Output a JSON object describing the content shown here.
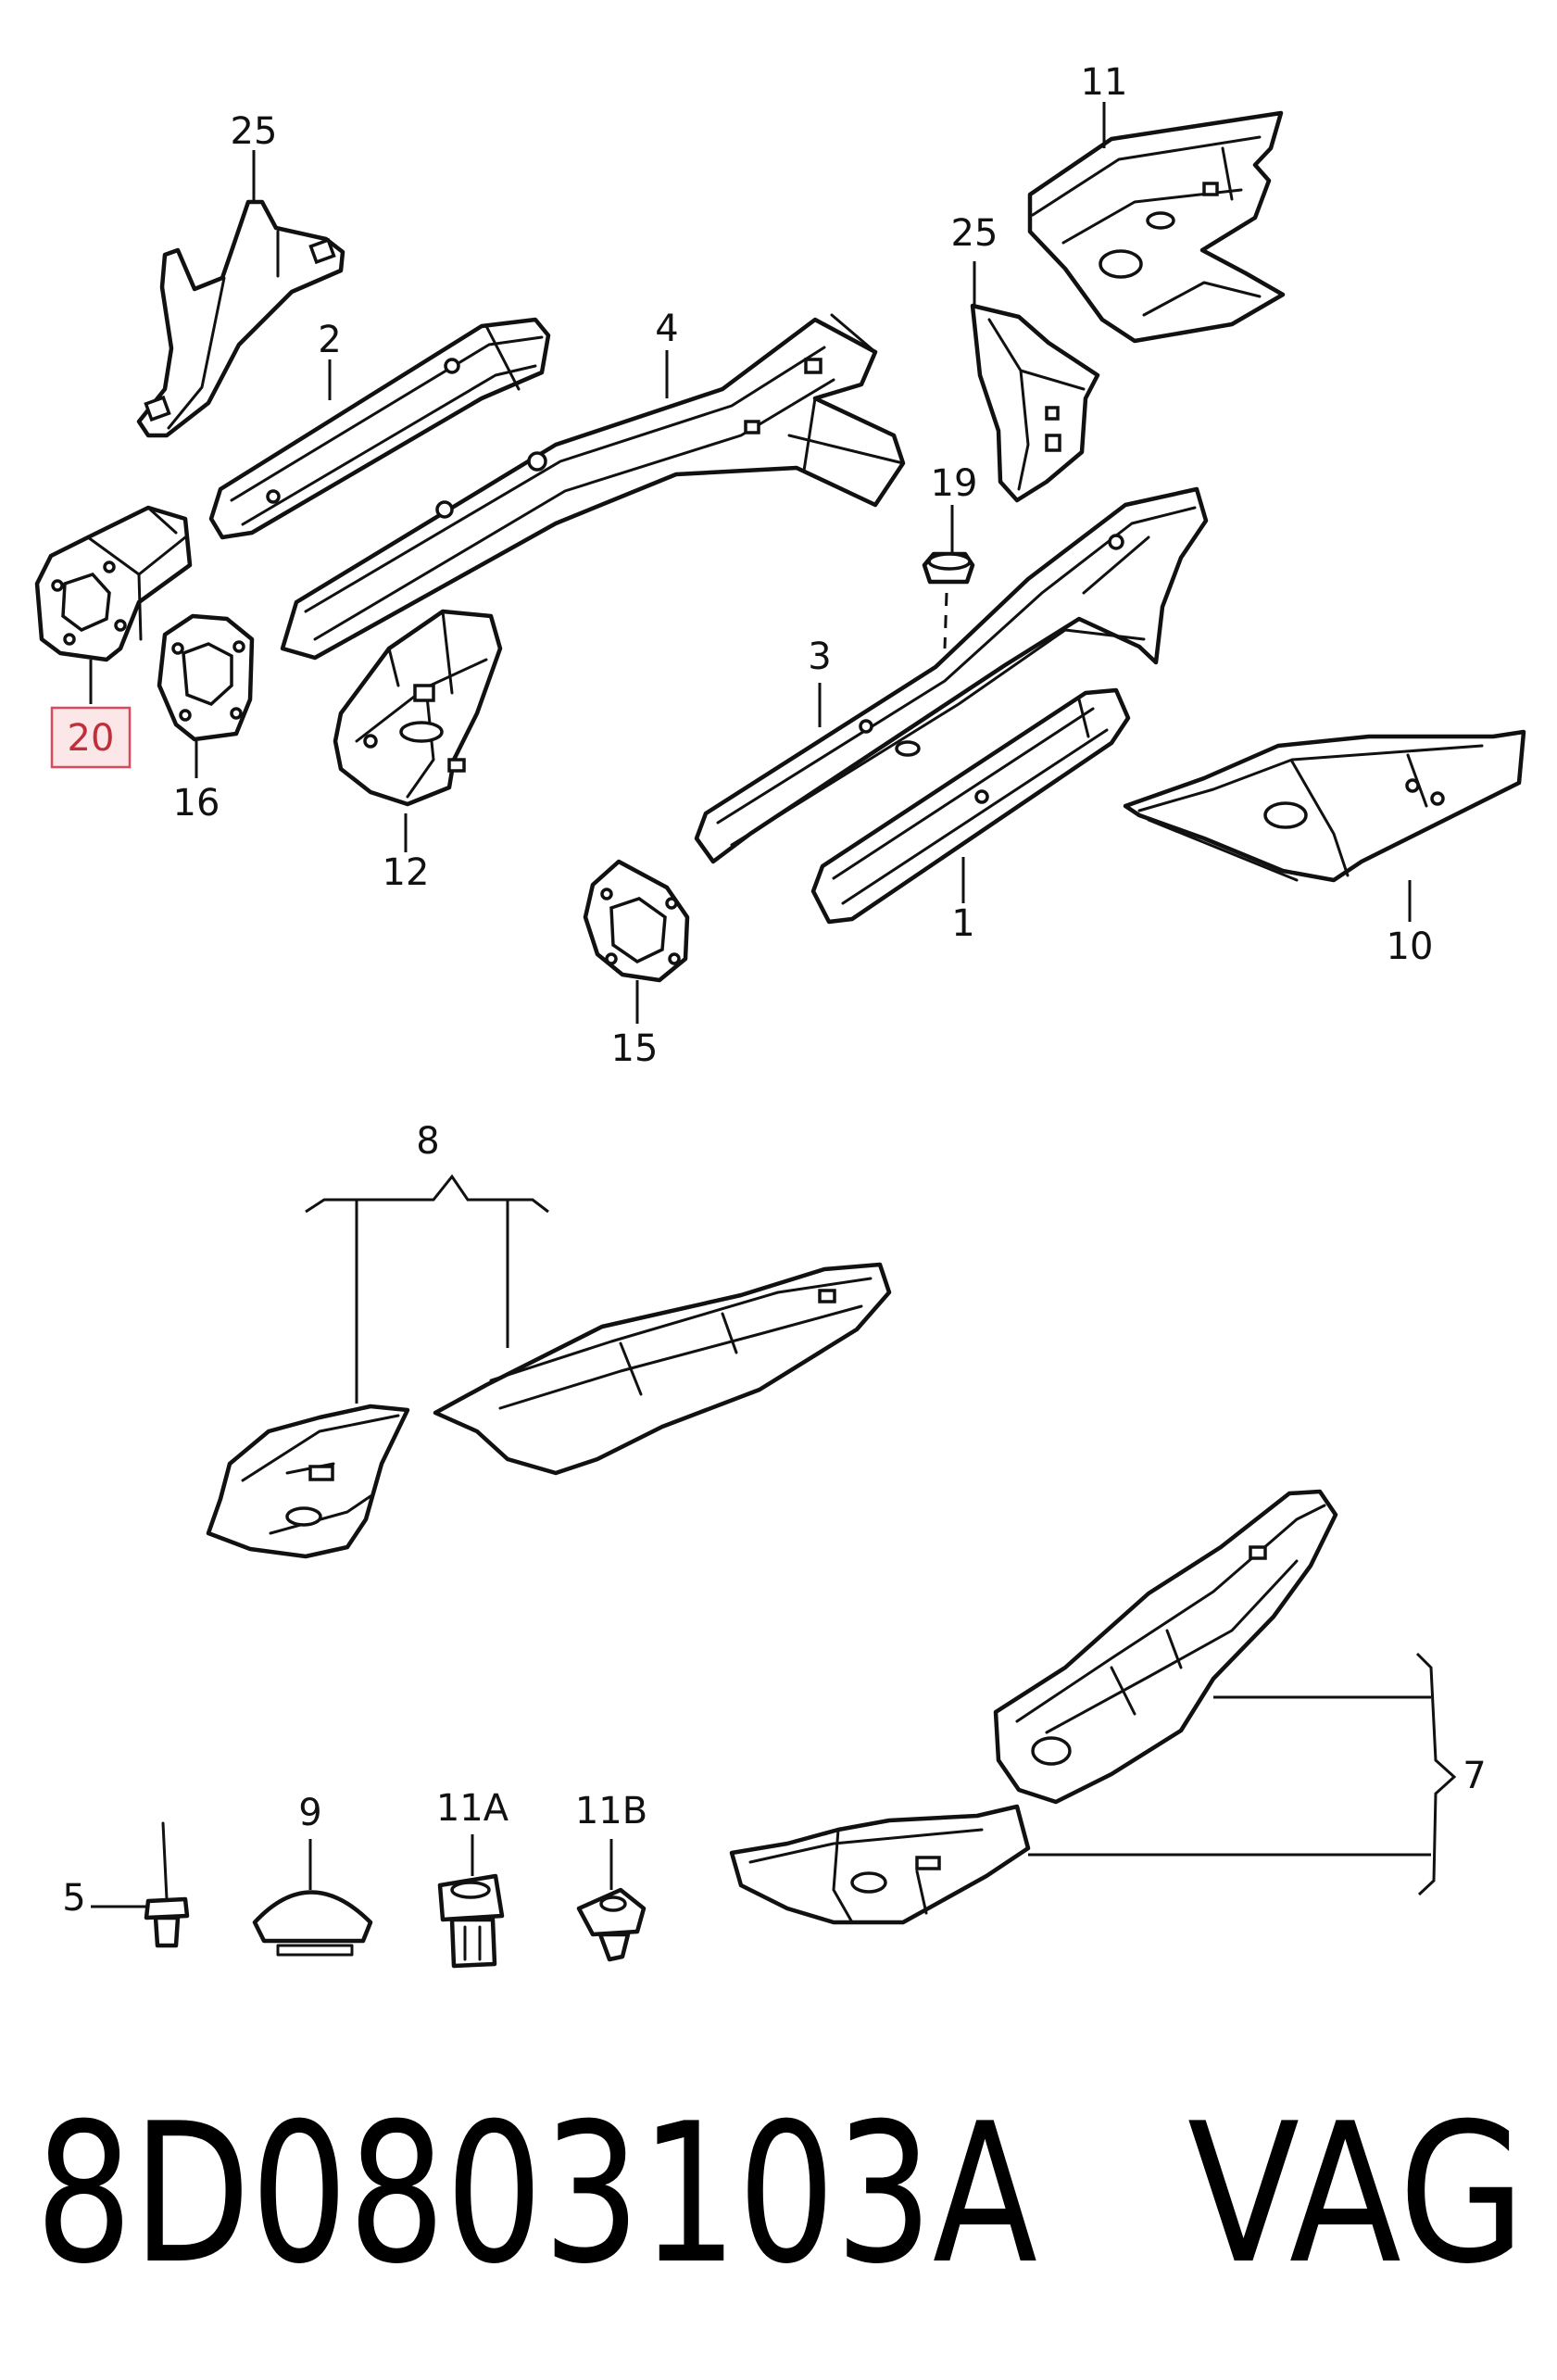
{
  "callouts": {
    "c25a": "25",
    "c11": "11",
    "c25b": "25",
    "c2": "2",
    "c4": "4",
    "c19": "19",
    "c20": "20",
    "c16": "16",
    "c3": "3",
    "c12": "12",
    "c1": "1",
    "c10": "10",
    "c15": "15",
    "c8": "8",
    "c7": "7",
    "c9": "9",
    "c11a": "11A",
    "c11b": "11B",
    "c5": "5"
  },
  "highlighted_callout": "20",
  "part_number": "8D0803103A",
  "brand": "VAG"
}
